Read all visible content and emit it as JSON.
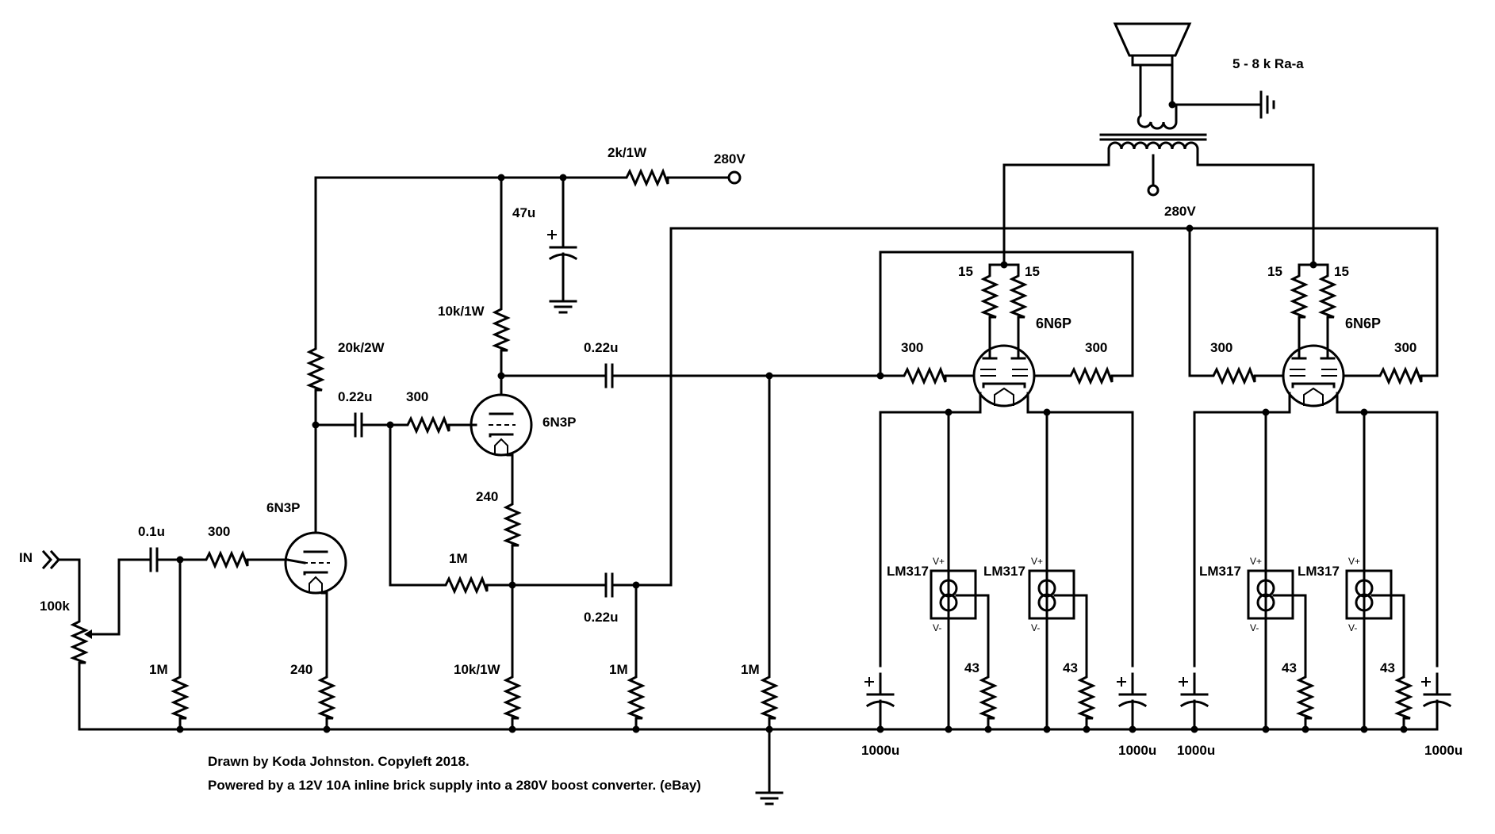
{
  "input": {
    "label": "IN"
  },
  "pot": {
    "value": "100k"
  },
  "stage1": {
    "coupling_cap": "0.1u",
    "grid_stopper": "300",
    "grid_leak": "1M",
    "tube": "6N3P",
    "cathode_resistor": "240",
    "plate_resistor": "20k/2W"
  },
  "stage2": {
    "coupling_cap": "0.22u",
    "grid_stopper": "300",
    "tube": "6N3P",
    "feedback_resistor": "1M",
    "plate_resistor": "10k/1W",
    "cathode_resistor": "240",
    "cathode_load": "10k/1W"
  },
  "supply": {
    "dropper": "2k/1W",
    "bplus_in": "280V",
    "filter_cap": "47u",
    "bplus_output": "280V"
  },
  "phase_split": {
    "upper_cap": "0.22u",
    "lower_cap": "0.22u",
    "grid_leak_a": "1M",
    "grid_leak_b": "1M"
  },
  "output_transformer": {
    "impedance": "5 - 8 k Ra-a"
  },
  "output_left": {
    "tube": "6N6P",
    "screen_left": "15",
    "screen_right": "15",
    "grid_left": "300",
    "grid_right": "300",
    "reg_left": "LM317",
    "reg_right": "LM317",
    "res_left": "43",
    "res_right": "43",
    "cap_left": "1000u",
    "cap_right": "1000u",
    "vplus": "V+",
    "vminus": "V-"
  },
  "output_right": {
    "tube": "6N6P",
    "screen_left": "15",
    "screen_right": "15",
    "grid_left": "300",
    "grid_right": "300",
    "reg_left": "LM317",
    "reg_right": "LM317",
    "res_left": "43",
    "res_right": "43",
    "cap_left": "1000u",
    "cap_right": "1000u",
    "vplus": "V+",
    "vminus": "V-"
  },
  "notes": {
    "credit": "Drawn by Koda Johnston. Copyleft 2018.",
    "power": "Powered by a 12V 10A inline brick supply into a 280V boost converter. (eBay)"
  }
}
